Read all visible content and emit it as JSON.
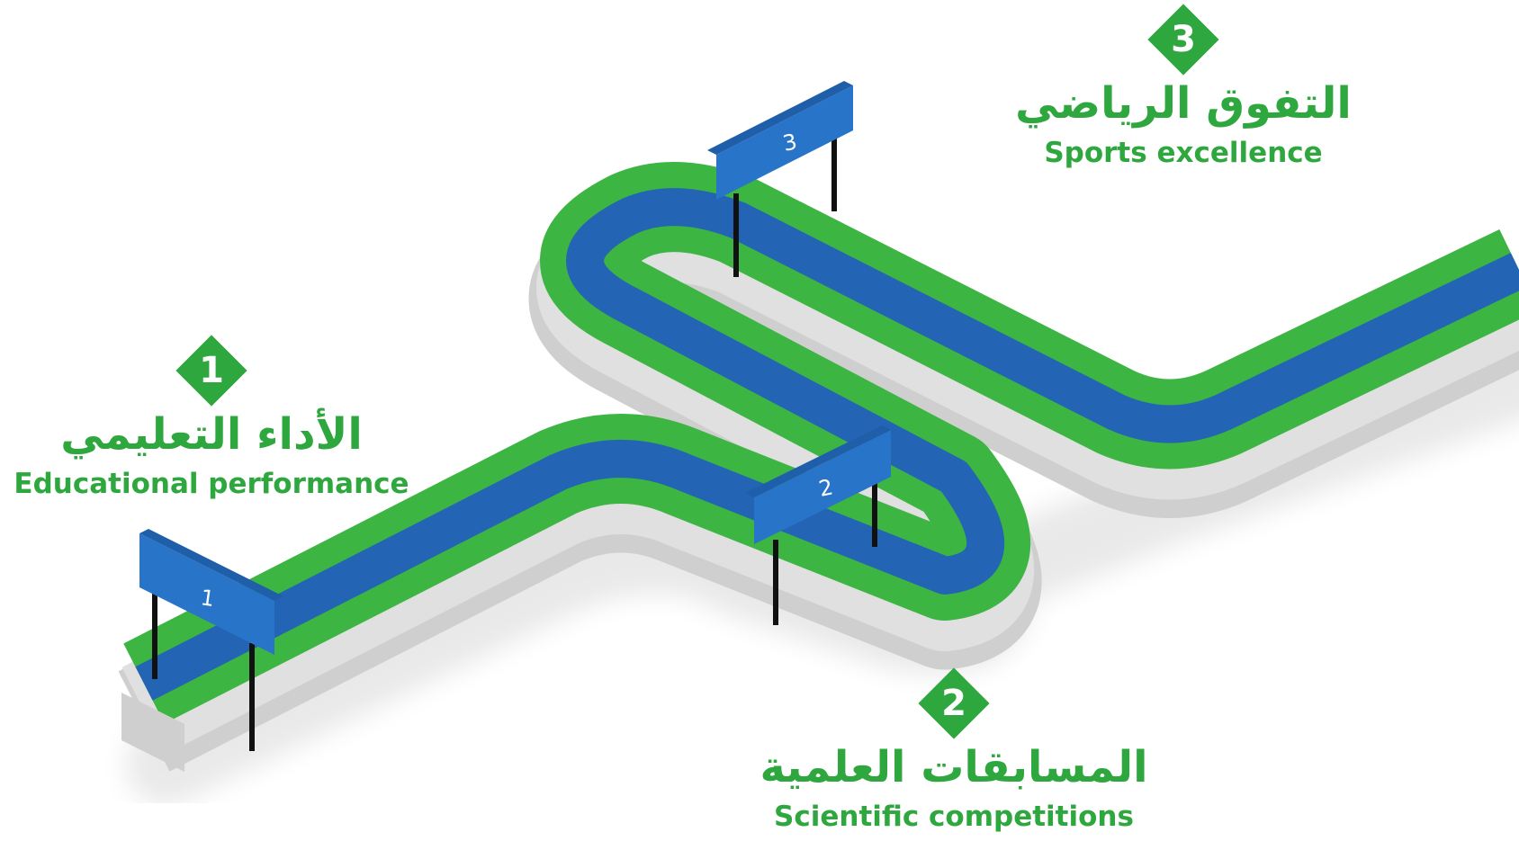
{
  "stages": [
    {
      "number": "1",
      "title_ar": "الأداء التعليمي",
      "title_en": "Educational performance",
      "hurdle_label": "1"
    },
    {
      "number": "2",
      "title_ar": "المسابقات العلمية",
      "title_en": "Scientific competitions",
      "hurdle_label": "2"
    },
    {
      "number": "3",
      "title_ar": "التفوق الرياضي",
      "title_en": "Sports excellence",
      "hurdle_label": "3"
    }
  ],
  "colors": {
    "green": "#3cb543",
    "blue": "#2464b4",
    "label_green": "#2fa73f",
    "hurdle": "#2874c8",
    "base": "#d9d9d9"
  }
}
